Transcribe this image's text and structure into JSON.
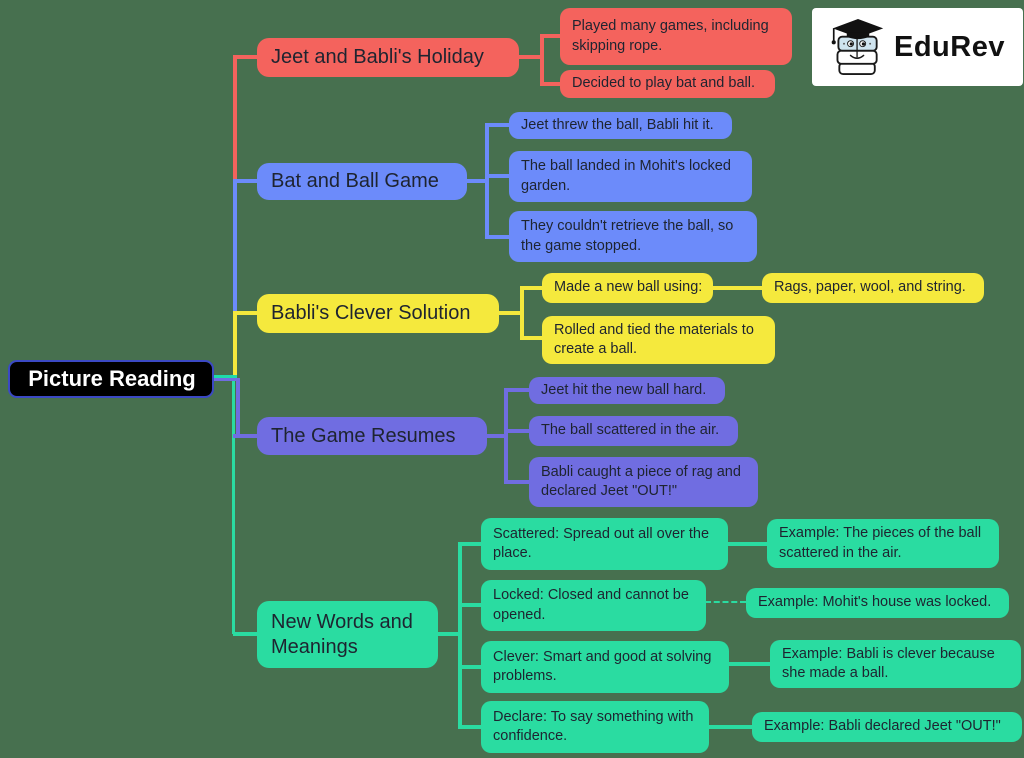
{
  "background_color": "#47704F",
  "root": {
    "label": "Picture Reading",
    "bg": "#000000",
    "text_color": "#FFFFFF"
  },
  "branches": [
    {
      "label": "Jeet and Babli's Holiday",
      "color": "#F4635D",
      "children": [
        {
          "text": "Played many games, including skipping rope."
        },
        {
          "text": "Decided to play bat and ball."
        }
      ]
    },
    {
      "label": "Bat and Ball Game",
      "color": "#6C8BFA",
      "children": [
        {
          "text": "Jeet threw the ball, Babli hit it."
        },
        {
          "text": "The ball landed in Mohit's locked garden."
        },
        {
          "text": "They couldn't retrieve the ball, so the game stopped."
        }
      ]
    },
    {
      "label": "Babli's Clever Solution",
      "color": "#F5E93D",
      "children": [
        {
          "text": "Made a new ball using:",
          "children": [
            {
              "text": "Rags, paper, wool, and string."
            }
          ]
        },
        {
          "text": "Rolled and tied the materials to create a ball."
        }
      ]
    },
    {
      "label": "The Game Resumes",
      "color": "#706DE1",
      "children": [
        {
          "text": "Jeet hit the new ball hard."
        },
        {
          "text": "The ball scattered in the air."
        },
        {
          "text": "Babli caught a piece of rag and declared Jeet \"OUT!\""
        }
      ]
    },
    {
      "label": "New Words and Meanings",
      "color": "#2ADCA1",
      "accent_color": "#1EDCAA",
      "children": [
        {
          "text": "Scattered: Spread out all over the place.",
          "children": [
            {
              "text": "Example: The pieces of the ball scattered in the air."
            }
          ]
        },
        {
          "text": "Locked: Closed and cannot be opened.",
          "children": [
            {
              "text": "Example: Mohit's house was locked."
            }
          ]
        },
        {
          "text": "Clever: Smart and good at solving problems.",
          "children": [
            {
              "text": "Example: Babli is clever because she made a ball."
            }
          ]
        },
        {
          "text": "Declare: To say something with confidence.",
          "children": [
            {
              "text": "Example: Babli declared Jeet \"OUT!\""
            }
          ]
        }
      ]
    }
  ],
  "logo": {
    "brand": "EduRev",
    "bg": "#FFFFFF"
  }
}
